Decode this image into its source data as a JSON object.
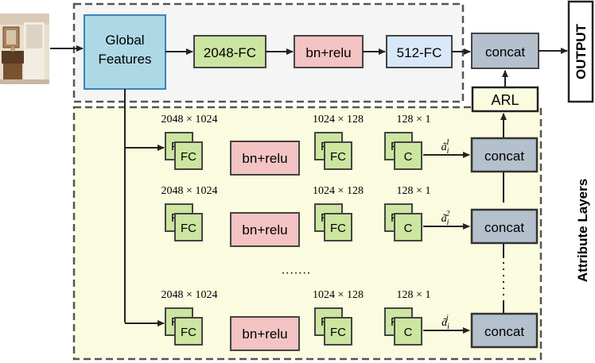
{
  "diagram": {
    "global_features": [
      "Global",
      "Features"
    ],
    "top_chain": {
      "fc2048": "2048-FC",
      "bn_relu": "bn+relu",
      "fc512": "512-FC",
      "concat": "concat"
    },
    "output_label": "OUTPUT",
    "arl_label": "ARL",
    "side_label": "Attribute Layers",
    "fc_label": "FC",
    "bn_relu_label": "bn+relu",
    "concat_label": "concat",
    "dims": {
      "d1": "2048 × 1024",
      "d2": "1024 × 128",
      "d3": "128 × 1"
    },
    "rows": [
      {
        "a_base": "ã",
        "sub": "i",
        "sup": "1"
      },
      {
        "a_base": "ã",
        "sub": "i",
        "sup": "2"
      },
      {
        "a_base": "ã",
        "sub": "i",
        "sup": "j"
      }
    ],
    "ellipsis": "·······",
    "colors": {
      "global_box": "#add8e6",
      "fc_green": "#cce5a0",
      "bn_pink": "#f4c3c3",
      "fc512_blue": "#d8e8f8",
      "concat_gray": "#b4c0cc",
      "attr_panel": "#fbfbdf",
      "top_panel": "#f5f5f5",
      "arl_box": "#fbfbdf"
    },
    "thumbnail_icon": "room-photo-icon"
  }
}
